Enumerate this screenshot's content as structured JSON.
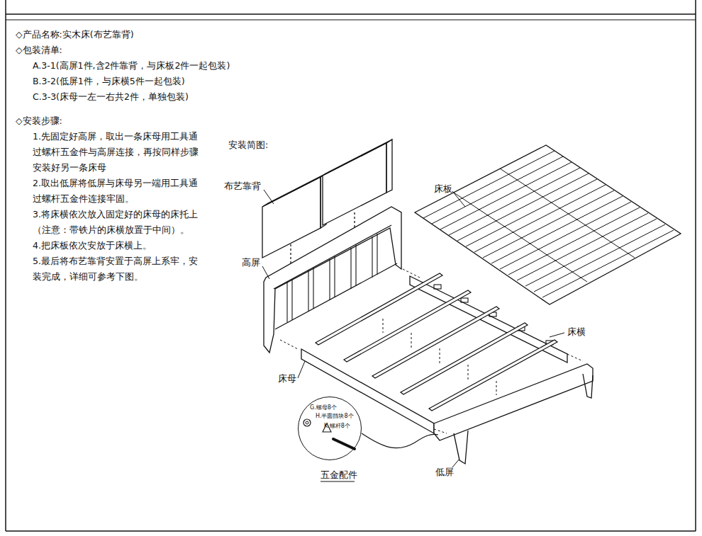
{
  "diagram": {
    "nodes": [
      {
        "text": [
          "G.螺母8个",
          "H.半圆挡块8个",
          "K.螺杆8个"
        ]
      }
    ],
    "labels": [
      "◇产品名称:实木床(布艺靠背)",
      "◇包装清单:",
      "A.3-1(高屏1件,含2件靠背，与床板2件一起包装)",
      "B.3-2(低屏1件，与床横5件一起包装)",
      "C.3-3(床母一左一右共2件，单独包装)",
      "◇安装步骤:",
      "1.先固定好高屏，取出一条床母用工具通过螺杆五金件与高屏连接，再按同样步骤安装好另一条床母",
      "2.取出低屏将低屏与床母另一端用工具通过螺杆五金件连接牢固。",
      "3.将床横依次放入固定好的床母的床托上（注意：带铁片的床横放置于中间）。",
      "4.把床板依次安放于床横上。",
      "5.最后将布艺靠背安置于高屏上系牢，安装完成，详细可参考下图。",
      "安装简图:",
      "布艺靠背",
      "床板",
      "高屏",
      "床横",
      "床母",
      "低屏",
      "五金配件"
    ]
  }
}
